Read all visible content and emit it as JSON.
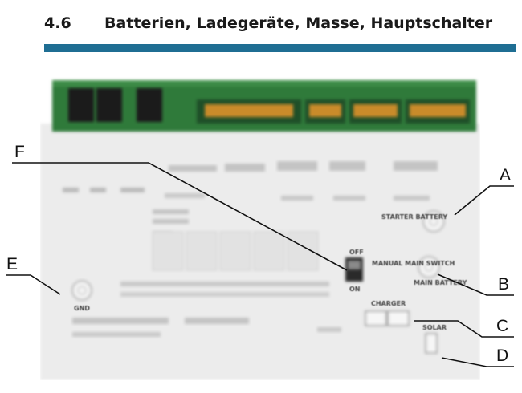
{
  "section": {
    "number": "4.6",
    "title": "Batterien, Ladegeräte, Masse, Hauptschalter"
  },
  "board_labels": {
    "starter_battery": "STARTER BATTERY",
    "main_battery": "MAIN BATTERY",
    "manual_main_switch": "MANUAL MAIN SWITCH",
    "off": "OFF",
    "on": "ON",
    "charger": "CHARGER",
    "solar": "SOLAR",
    "gnd": "GND"
  },
  "callouts": {
    "a": "A",
    "b": "B",
    "c": "C",
    "d": "D",
    "e": "E",
    "f": "F"
  },
  "colors": {
    "accent_rule": "#1f6e93",
    "pcb_green": "#2f7a3a",
    "board_white": "#eeeeee"
  }
}
